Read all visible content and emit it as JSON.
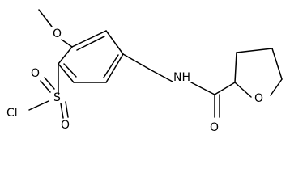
{
  "molecule": {
    "atoms": {
      "methoxy_carbon_label": "",
      "methoxy_oxygen": "O",
      "chlorine": "Cl",
      "sulfonyl_sulfur": "S",
      "sulfonyl_oxygen_top": "O",
      "sulfonyl_oxygen_bottom": "O",
      "amide_nitrogen": "NH",
      "ring_oxygen": "O",
      "carbonyl_oxygen": "O"
    }
  }
}
